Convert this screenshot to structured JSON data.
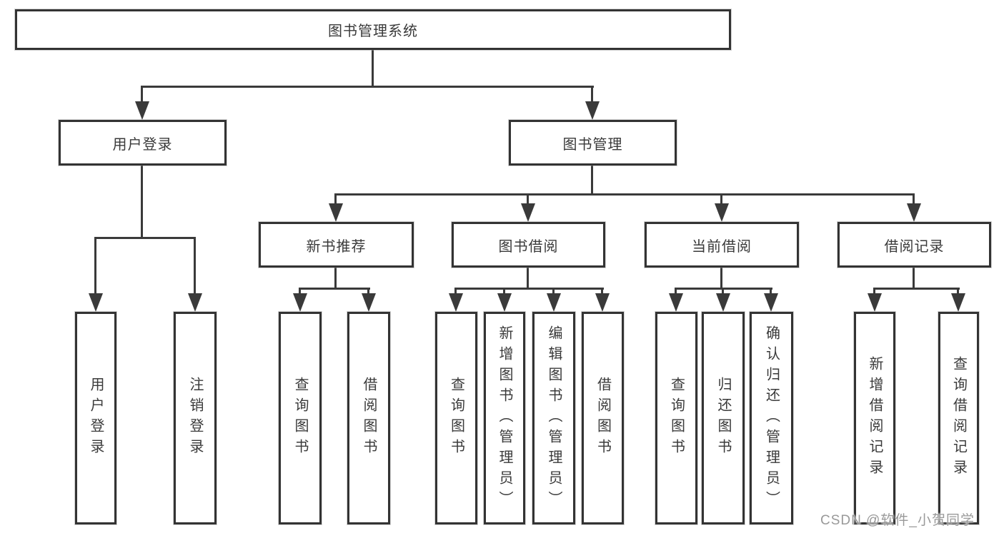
{
  "tree": {
    "root": {
      "label": "图书管理系统"
    },
    "branches": [
      {
        "label": "用户登录",
        "children": [
          {
            "label": "用户登录"
          },
          {
            "label": "注销登录"
          }
        ]
      },
      {
        "label": "图书管理",
        "children": [
          {
            "label": "新书推荐",
            "children": [
              {
                "label": "查询图书"
              },
              {
                "label": "借阅图书"
              }
            ]
          },
          {
            "label": "图书借阅",
            "children": [
              {
                "label": "查询图书"
              },
              {
                "label": "新增图书（管理员）"
              },
              {
                "label": "编辑图书（管理员）"
              },
              {
                "label": "借阅图书"
              }
            ]
          },
          {
            "label": "当前借阅",
            "children": [
              {
                "label": "查询图书"
              },
              {
                "label": "归还图书"
              },
              {
                "label": "确认归还（管理员）"
              }
            ]
          },
          {
            "label": "借阅记录",
            "children": [
              {
                "label": "新增借阅记录"
              },
              {
                "label": "查询借阅记录"
              }
            ]
          }
        ]
      }
    ]
  },
  "watermark": {
    "text": "CSDN @软件_小贺同学"
  },
  "colors": {
    "background": "#ffffff",
    "box_border": "#333333",
    "line": "#3a3a3a",
    "text": "#3a3a3a",
    "watermark": "#949494"
  }
}
